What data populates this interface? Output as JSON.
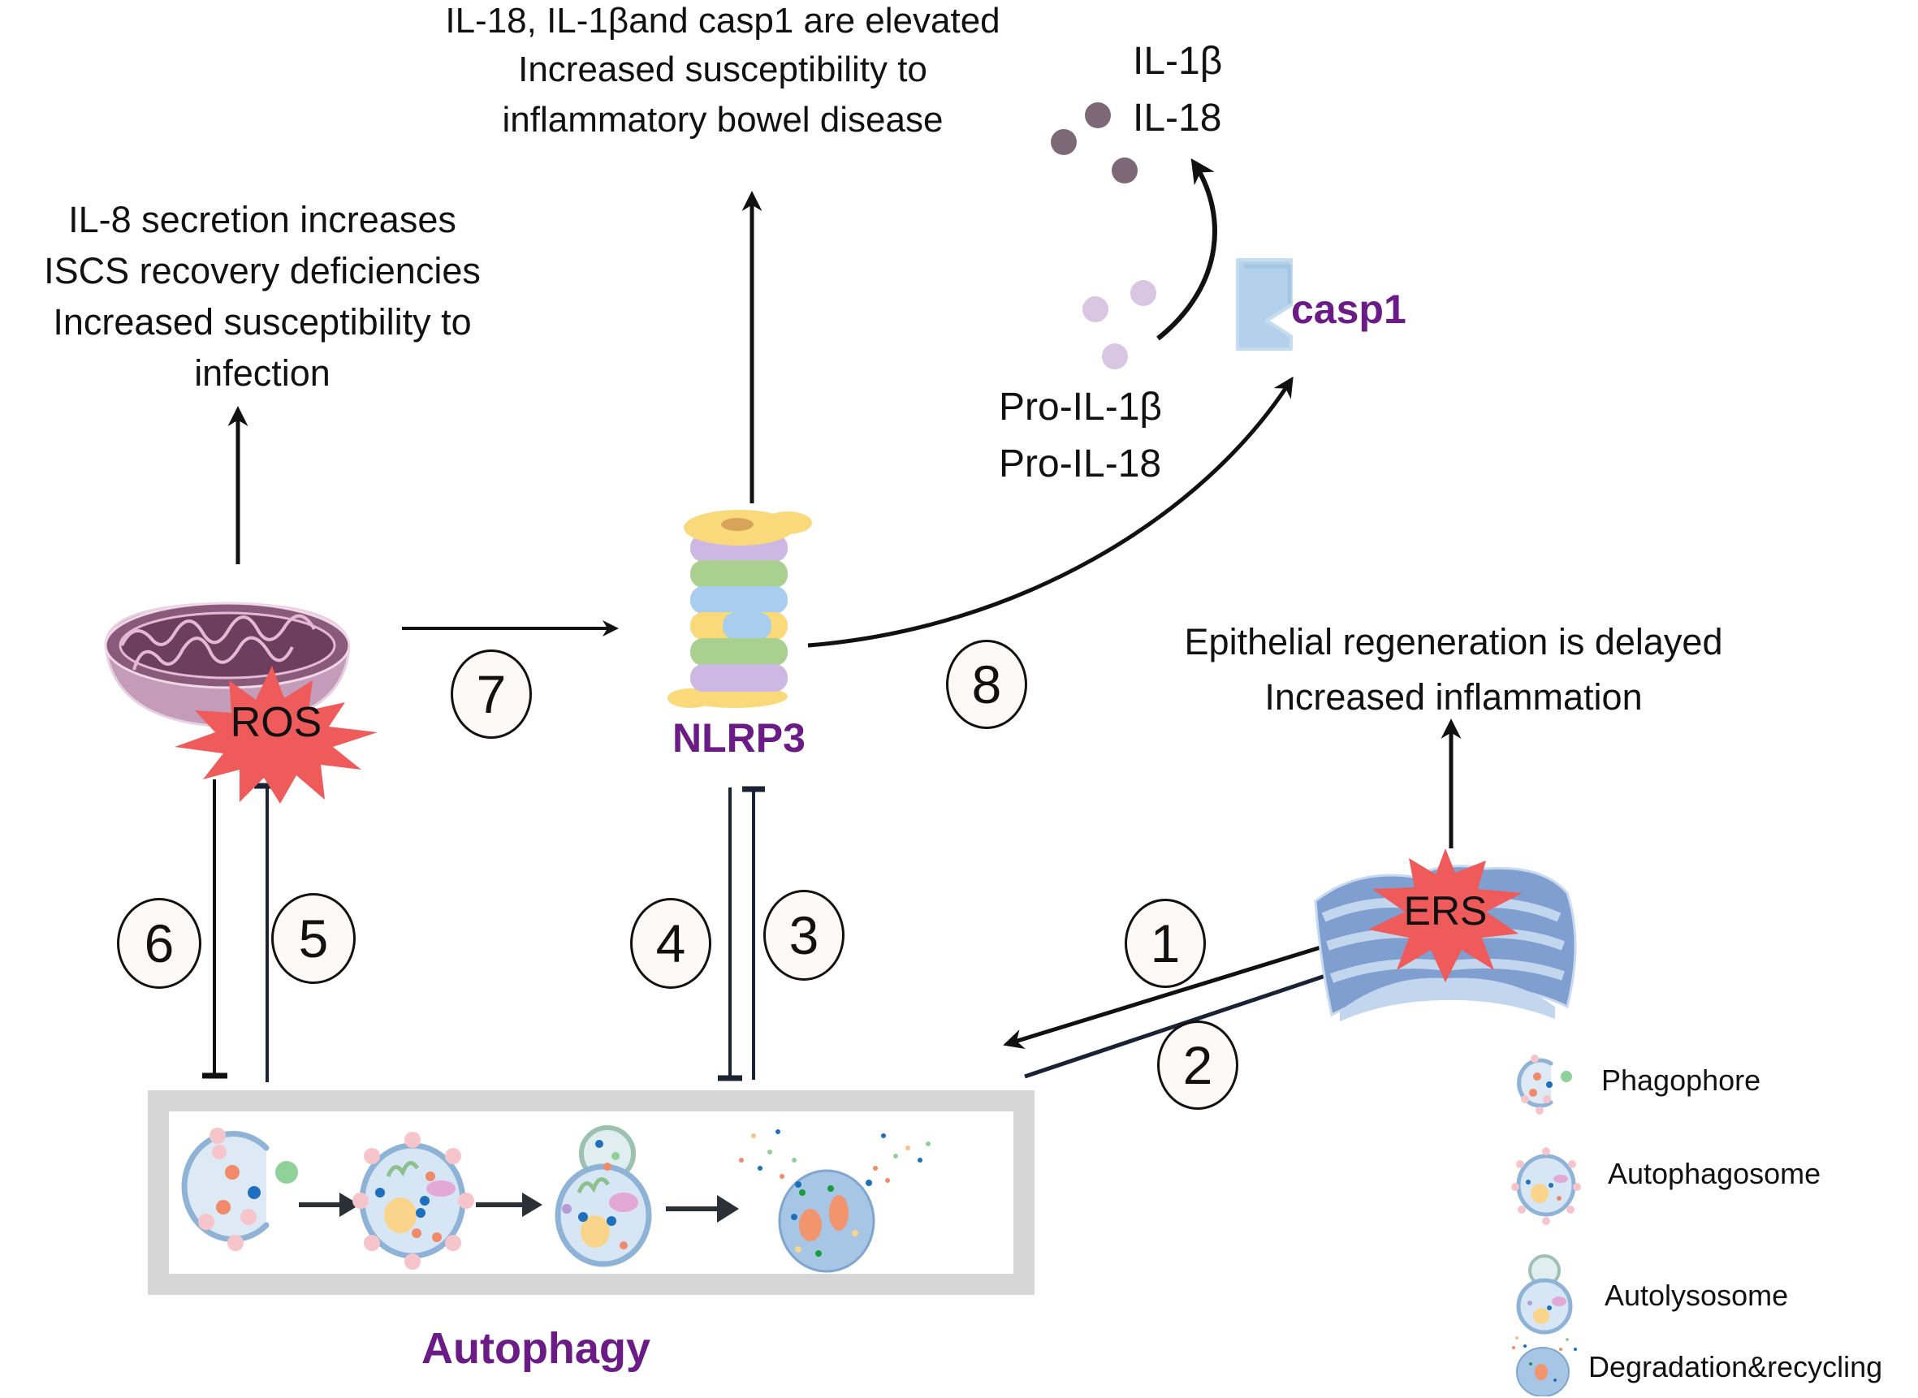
{
  "top_center_text": {
    "lines": [
      "IL-18, IL-1βand casp1 are elevated",
      "Increased susceptibility to",
      "inflammatory bowel disease"
    ]
  },
  "top_left_text": {
    "lines": [
      "IL-8 secretion increases",
      "ISCS recovery deficiencies",
      "Increased susceptibility to",
      "infection"
    ]
  },
  "mature_cytokines": {
    "lines": [
      "IL-1β",
      "IL-18"
    ]
  },
  "pro_cytokines": {
    "lines": [
      "Pro-IL-1β",
      "Pro-IL-18"
    ]
  },
  "casp1_label": "casp1",
  "nlrp3_label": "NLRP3",
  "ros_label": "ROS",
  "ers_label": "ERS",
  "autophagy_label": "Autophagy",
  "right_text": {
    "lines": [
      "Epithelial regeneration is delayed",
      "Increased inflammation"
    ]
  },
  "pathway_numbers": [
    "1",
    "2",
    "3",
    "4",
    "5",
    "6",
    "7",
    "8"
  ],
  "legend": {
    "items": [
      {
        "label": "Phagophore"
      },
      {
        "label": "Autophagosome"
      },
      {
        "label": "Autolysosome"
      },
      {
        "label": "Degradation&recycling"
      }
    ]
  },
  "colors": {
    "accent_purple": "#6a1b86",
    "burst_red": "#ef5a5a",
    "mito_purple": "#8a5a7a",
    "er_blue": "#a9c3e3",
    "casp1_blue": "#b3d1ea",
    "box_gray": "#d6d6d6",
    "mature_dot": "#7d6878",
    "pro_dot": "#d9c6e2"
  }
}
